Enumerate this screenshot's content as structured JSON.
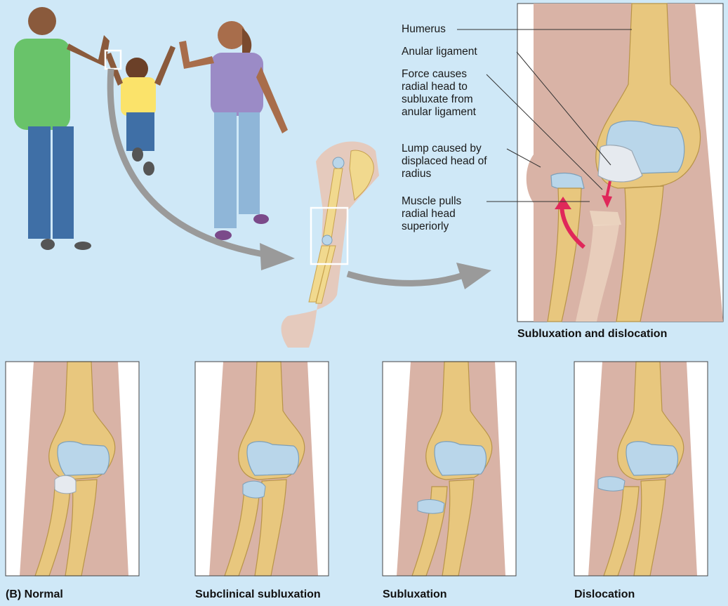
{
  "labels": {
    "humerus": "Humerus",
    "anular_ligament": "Anular ligament",
    "force": "Force causes\nradial head to\nsubluxate from\nanular ligament",
    "lump": "Lump caused by\ndisplaced head of\nradius",
    "muscle": "Muscle pulls\nradial head\nsuperiorly"
  },
  "captions": {
    "top_panel": "Subluxation and dislocation",
    "normal": "(B) Normal",
    "subclinical": "Subclinical subluxation",
    "subluxation": "Subluxation",
    "dislocation": "Dislocation"
  },
  "colors": {
    "background": "#cfe8f7",
    "skin_panel": "#d9b3a6",
    "bone": "#e8c77e",
    "cartilage": "#b9d6ea",
    "ligament": "#e6eaef",
    "arrow_red": "#e0285a",
    "arrow_gray": "#9a9a9a"
  }
}
